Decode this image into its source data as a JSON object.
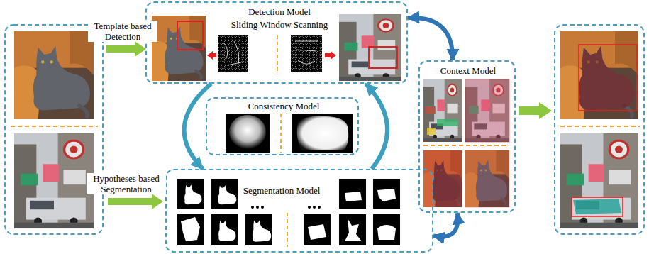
{
  "diagram": {
    "nodes": [
      {
        "text": [
          "Detection Model",
          "Sliding Window Scanning"
        ]
      },
      {
        "text": [
          "Consistency Model"
        ]
      },
      {
        "text": [
          "Segmentation Model"
        ]
      },
      {
        "text": [
          "Context Model"
        ]
      }
    ],
    "edges": [
      {
        "from": 0,
        "to": 2,
        "arrow": "to"
      },
      {
        "from": 2,
        "to": 0,
        "arrow": "to"
      },
      {
        "from": 0,
        "to": 3,
        "arrow": "both"
      },
      {
        "from": 2,
        "to": 3,
        "arrow": "both"
      }
    ],
    "labels": [
      "Template based Detection",
      "Hypotheses based Segmentation"
    ]
  }
}
